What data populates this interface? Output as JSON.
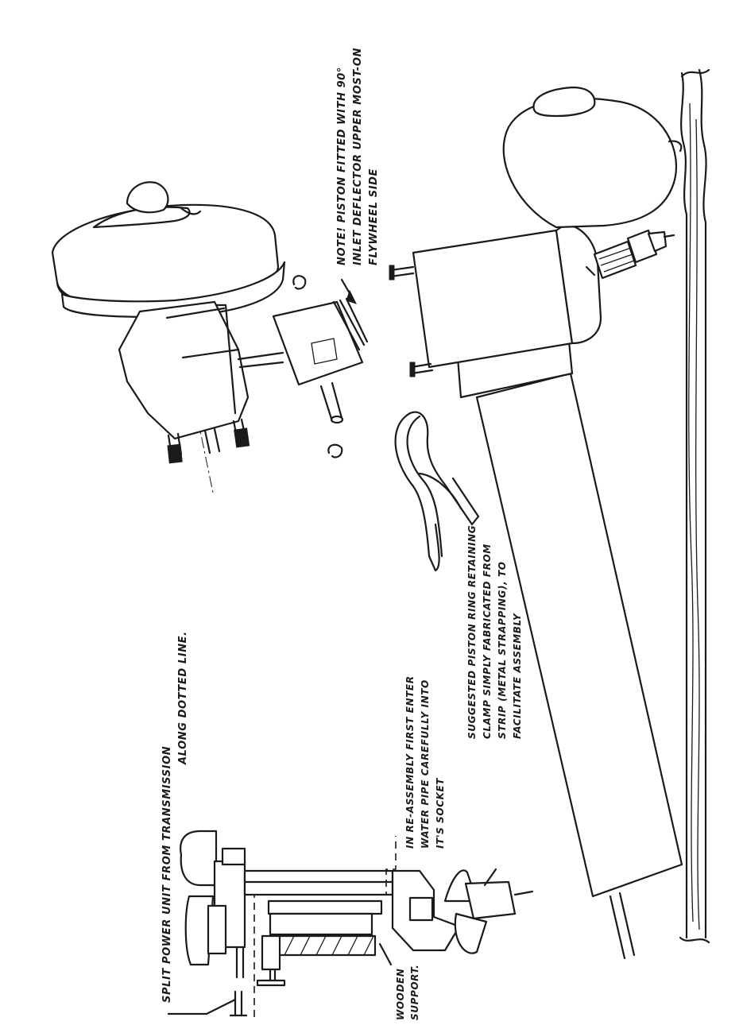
{
  "notes": {
    "piston_note": {
      "line1": "NOTE! PISTON FITTED WITH 90°",
      "line2": "INLET DEFLECTOR UPPER MOST-ON",
      "line3": "FLYWHEEL SIDE"
    },
    "clamp_note": {
      "line1": "SUGGESTED PISTON RING RETAINING",
      "line2": "CLAMP SIMPLY FABRICATED FROM",
      "line3": "STRIP (METAL STRAPPING), TO",
      "line4": "FACILITATE ASSEMBLY"
    },
    "reassembly_note": {
      "line1": "IN RE-ASSEMBLY FIRST ENTER",
      "line2": "WATER PIPE CAREFULLY INTO",
      "line3": "IT'S SOCKET"
    },
    "split_note": {
      "line1": "SPLIT POWER UNIT FROM TRANSMISSION",
      "line2": "ALONG DOTTED LINE."
    },
    "support_note": {
      "line1": "WOODEN",
      "line2": "SUPPORT."
    }
  }
}
